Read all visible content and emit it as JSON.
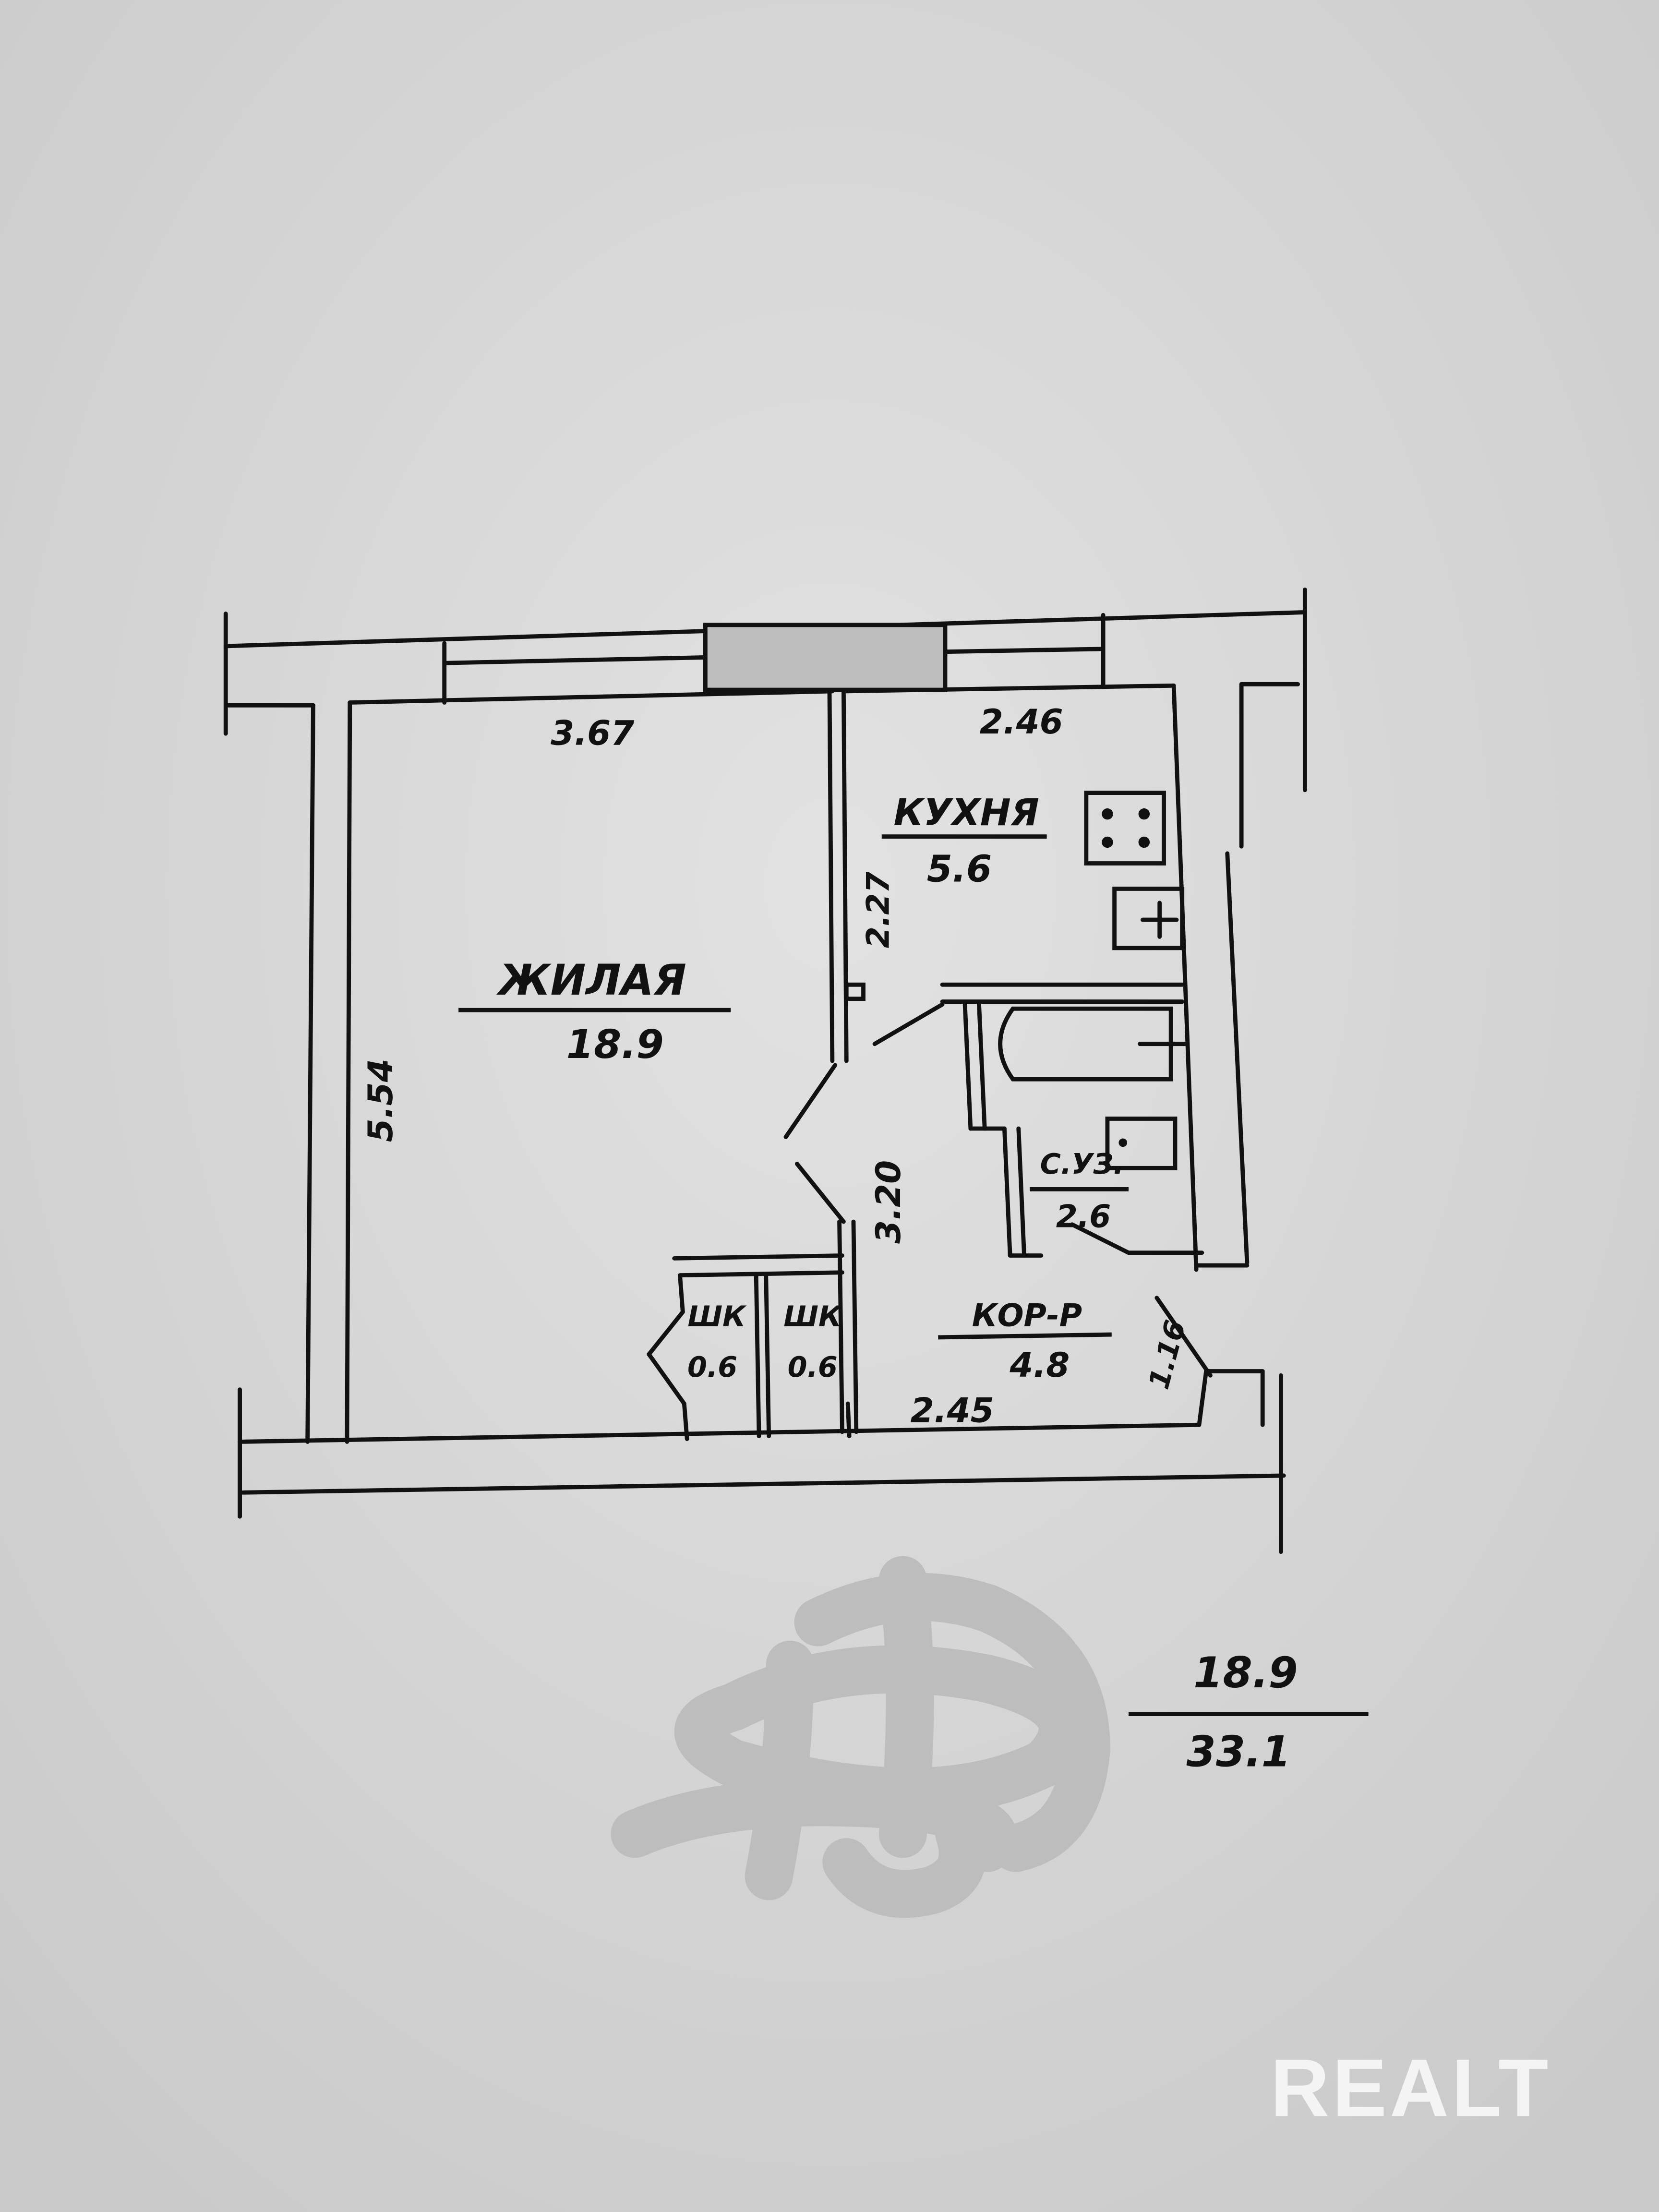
{
  "rooms": {
    "living": {
      "label": "ЖИЛАЯ",
      "area": "18.9"
    },
    "kitchen": {
      "label": "КУХНЯ",
      "area": "5.6"
    },
    "bathroom": {
      "label": "С.УЗ.",
      "area": "2.6"
    },
    "closet_1": {
      "label": "ШК",
      "area": "0.6"
    },
    "closet_2": {
      "label": "ШК",
      "area": "0.6"
    },
    "corridor": {
      "label": "КОР-Р",
      "area": "4.8"
    }
  },
  "dimensions": {
    "living_width": "3.67",
    "living_length": "5.54",
    "kitchen_width": "2.46",
    "kitchen_length": "2.27",
    "corridor_length": "3.20",
    "corridor_width": "2.45",
    "entry_width": "1.16"
  },
  "totals": {
    "living_area": "18.9",
    "total_area": "33.1"
  },
  "watermark": "REALT"
}
